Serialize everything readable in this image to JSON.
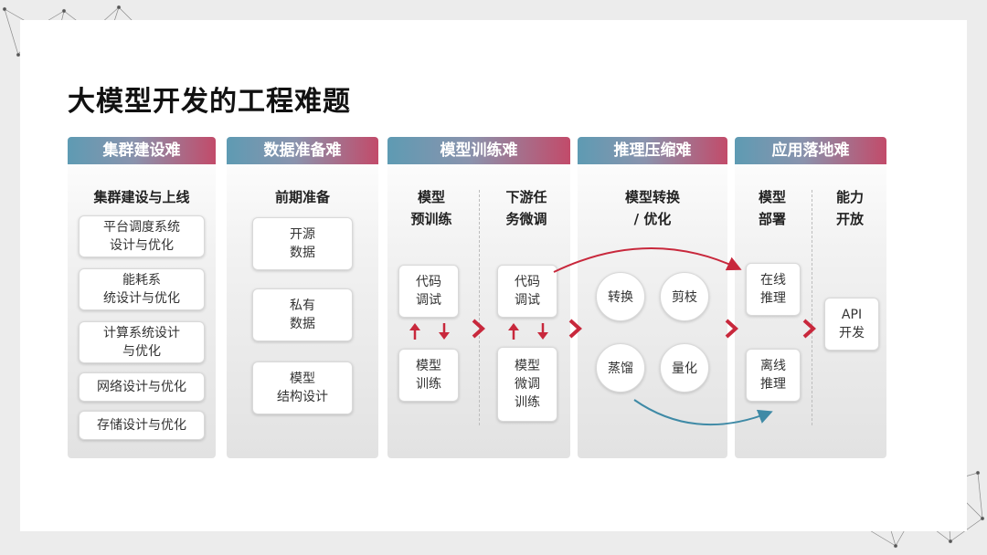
{
  "title": "大模型开发的工程难题",
  "columns": {
    "cluster": {
      "header": "集群建设难",
      "subtitle": "集群建设与上线",
      "items": [
        "平台调度系统\n设计与优化",
        "能耗系\n统设计与优化",
        "计算系统设计\n与优化",
        "网络设计与优化",
        "存储设计与优化"
      ]
    },
    "data": {
      "header": "数据准备难",
      "subtitle": "前期准备",
      "items": [
        "开源\n数据",
        "私有\n数据",
        "模型\n结构设计"
      ]
    },
    "training": {
      "header": "模型训练难",
      "pretrain": {
        "subtitle": "模型\n预训练",
        "top": "代码\n调试",
        "bottom": "模型\n训练"
      },
      "finetune": {
        "subtitle": "下游任\n务微调",
        "top": "代码\n调试",
        "bottom": "模型\n微调\n训练"
      }
    },
    "inference": {
      "header": "推理压缩难",
      "subtitle": "模型转换\n/ 优化",
      "circles": [
        "转换",
        "剪枝",
        "蒸馏",
        "量化"
      ]
    },
    "deploy": {
      "header": "应用落地难",
      "deploy": {
        "subtitle": "模型\n部署",
        "online": "在线\n推理",
        "offline": "离线\n推理"
      },
      "capability": {
        "subtitle": "能力\n开放",
        "api": "API\n开发"
      }
    }
  },
  "colors": {
    "accent_red": "#c8283c",
    "accent_teal": "#3f8aa6",
    "arrow_red": "#c8283c"
  }
}
